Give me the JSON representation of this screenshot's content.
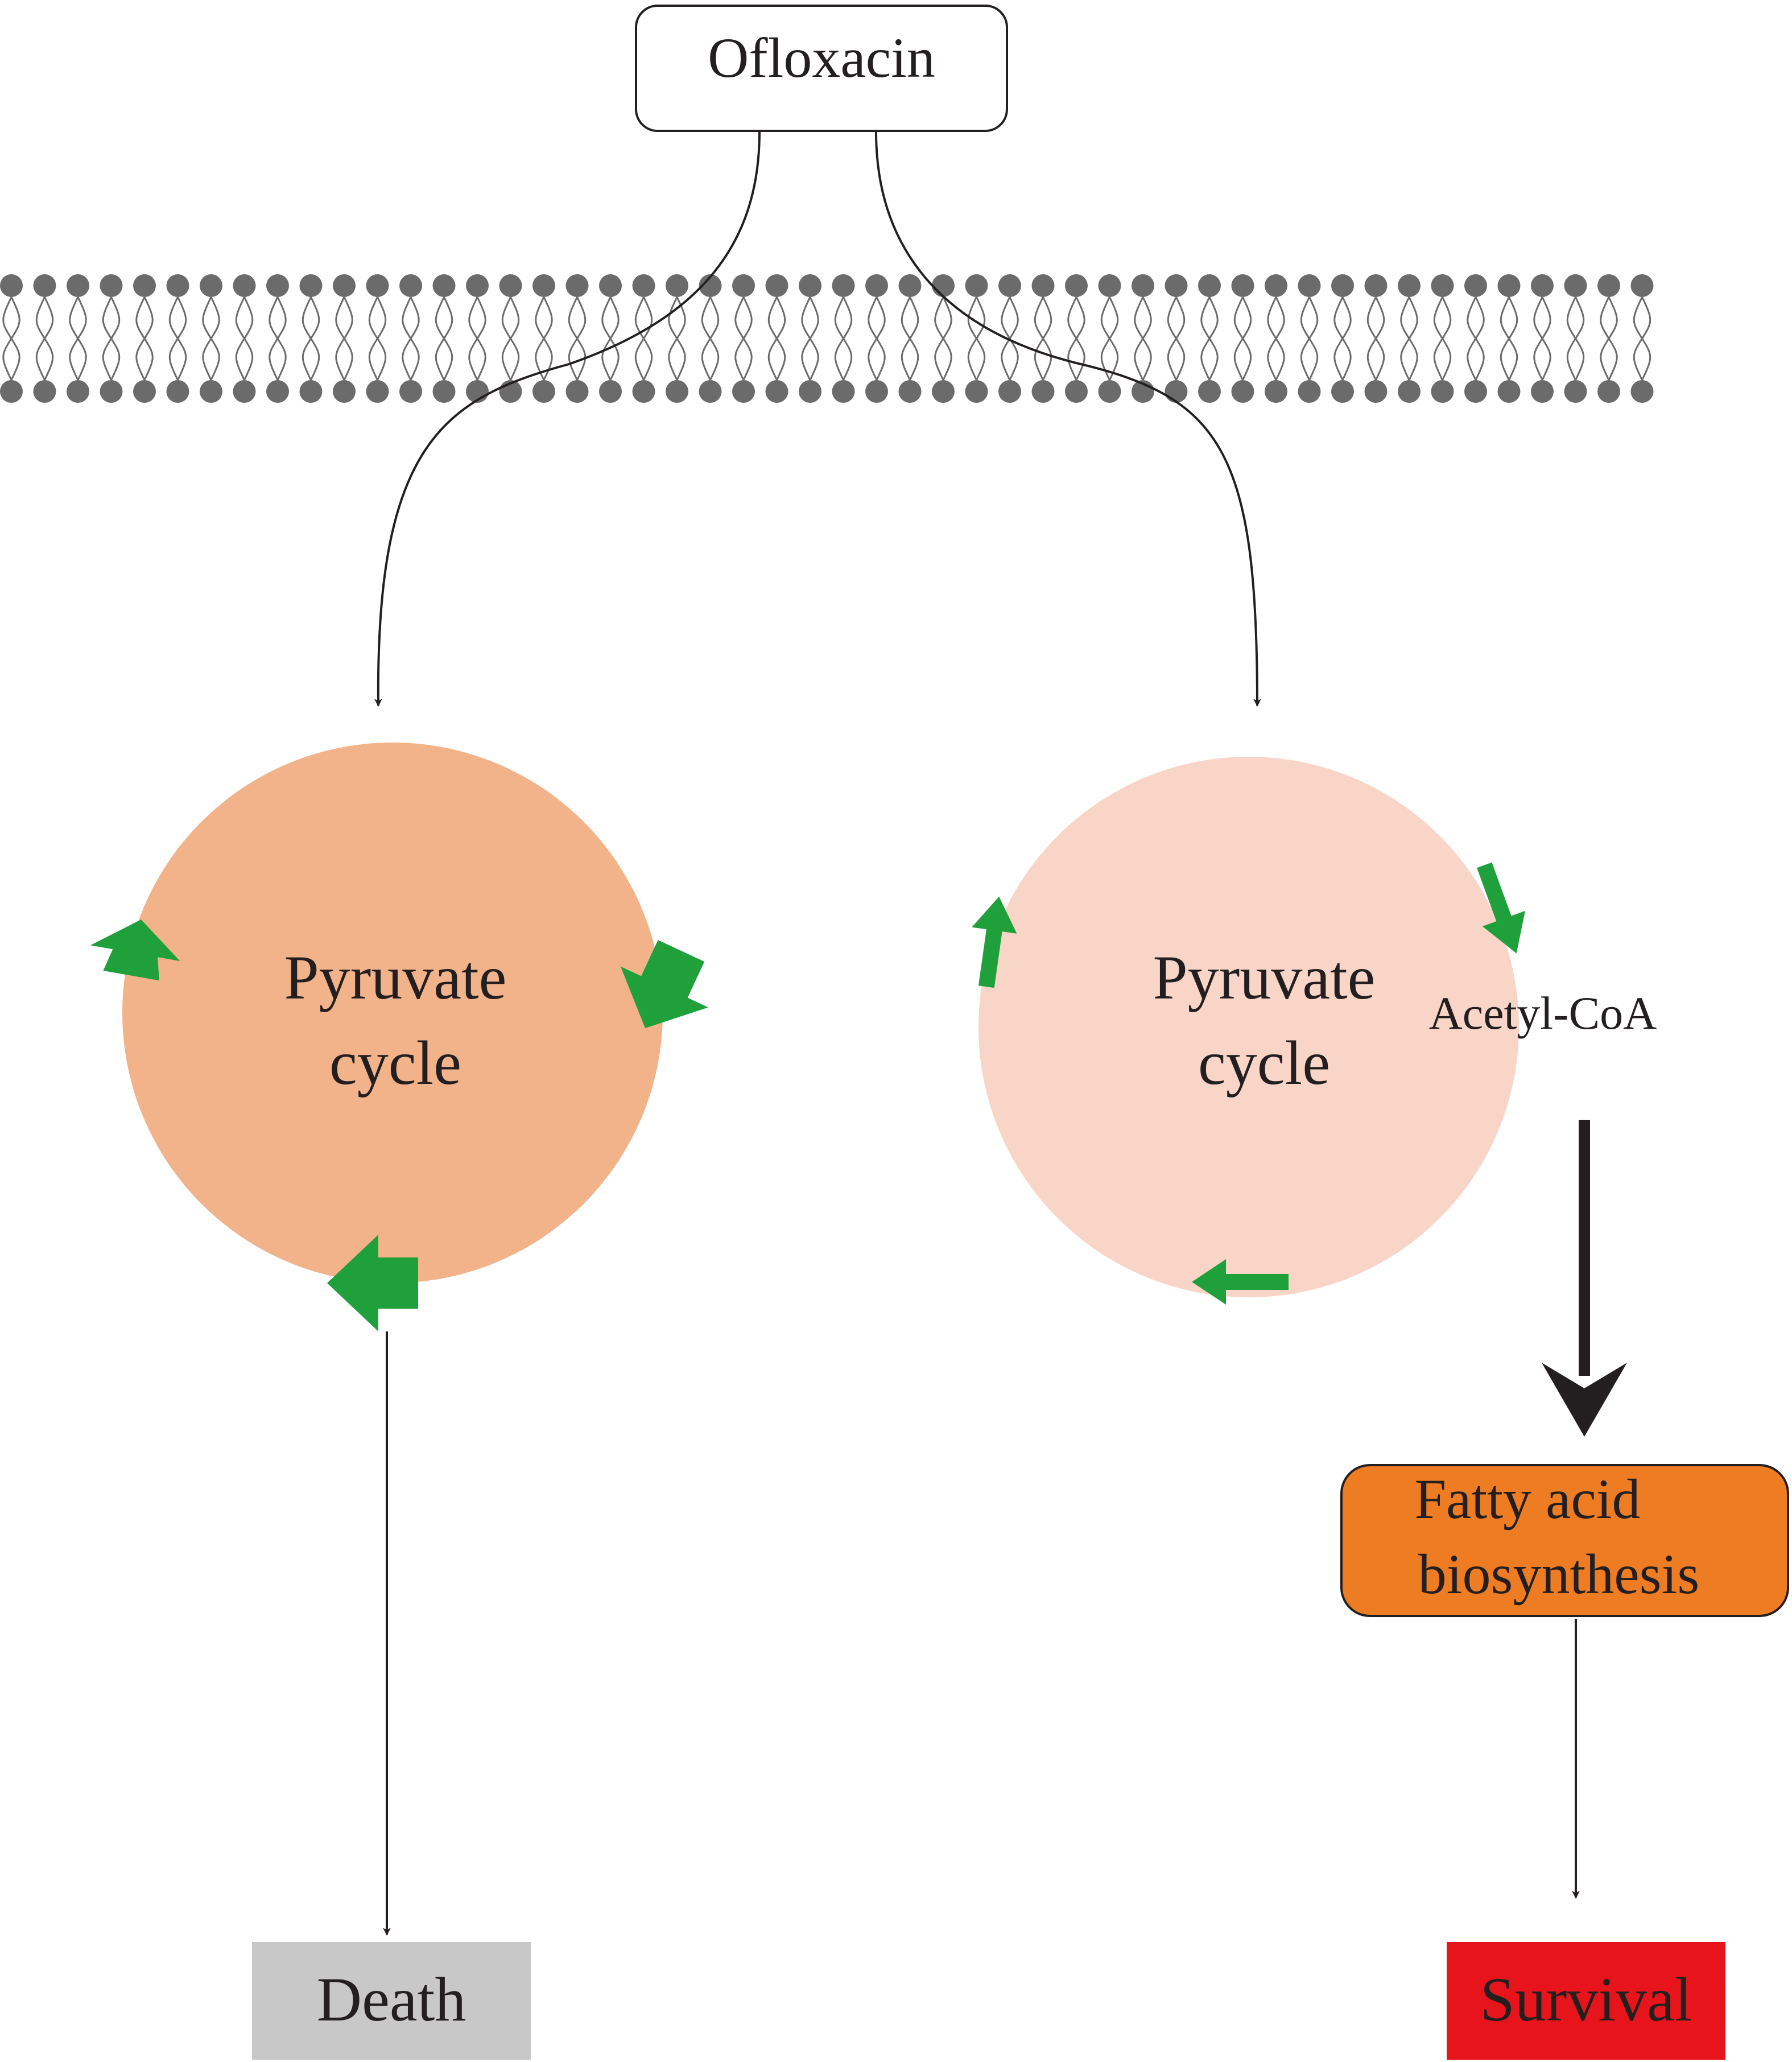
{
  "drug": {
    "label": "Ofloxacin"
  },
  "left_pathway": {
    "cycle_line1": "Pyruvate",
    "cycle_line2": "cycle",
    "outcome": "Death",
    "cycle_color": "#f3b38a",
    "outcome_color": "#c8c8c8"
  },
  "right_pathway": {
    "cycle_line1": "Pyruvate",
    "cycle_line2": "cycle",
    "metabolite": "Acetyl-CoA",
    "process_line1": "Fatty acid",
    "process_line2": "biosynthesis",
    "outcome": "Survival",
    "cycle_color": "#f9d5c8",
    "process_color": "#ee7c22",
    "outcome_color": "#e8141b"
  },
  "cycle_arrow_color": "#1fa03a",
  "membrane_color": "#6b6b6b"
}
